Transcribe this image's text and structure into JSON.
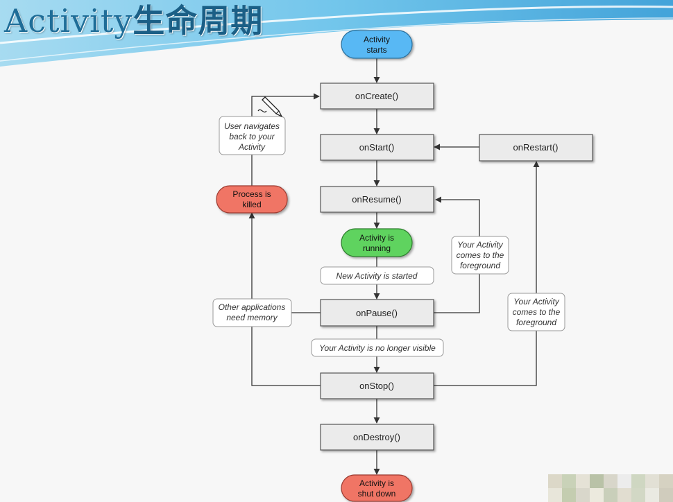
{
  "title": {
    "latin": "Activity",
    "cn": "生命周期"
  },
  "diagram": {
    "terminals": {
      "start": [
        "Activity",
        "starts"
      ],
      "running": [
        "Activity is",
        "running"
      ],
      "killed": [
        "Process is",
        "killed"
      ],
      "shutdown": [
        "Activity is",
        "shut down"
      ]
    },
    "methods": {
      "onCreate": "onCreate()",
      "onStart": "onStart()",
      "onRestart": "onRestart()",
      "onResume": "onResume()",
      "onPause": "onPause()",
      "onStop": "onStop()",
      "onDestroy": "onDestroy()"
    },
    "notes": {
      "user_navigates": [
        "User navigates",
        "back to your",
        "Activity"
      ],
      "new_activity": [
        "New Activity is started"
      ],
      "other_apps": [
        "Other applications",
        "need memory"
      ],
      "foreground_1": [
        "Your Activity",
        "comes to the",
        "foreground"
      ],
      "foreground_2": [
        "Your Activity",
        "comes to the",
        "foreground"
      ],
      "no_longer_visible": [
        "Your Activity is no longer visible"
      ]
    },
    "colors": {
      "start": "#58b8f4",
      "running": "#5ed35e",
      "terminal_red": "#f07565",
      "method_fill": "#ebebeb",
      "line": "#333333"
    }
  }
}
